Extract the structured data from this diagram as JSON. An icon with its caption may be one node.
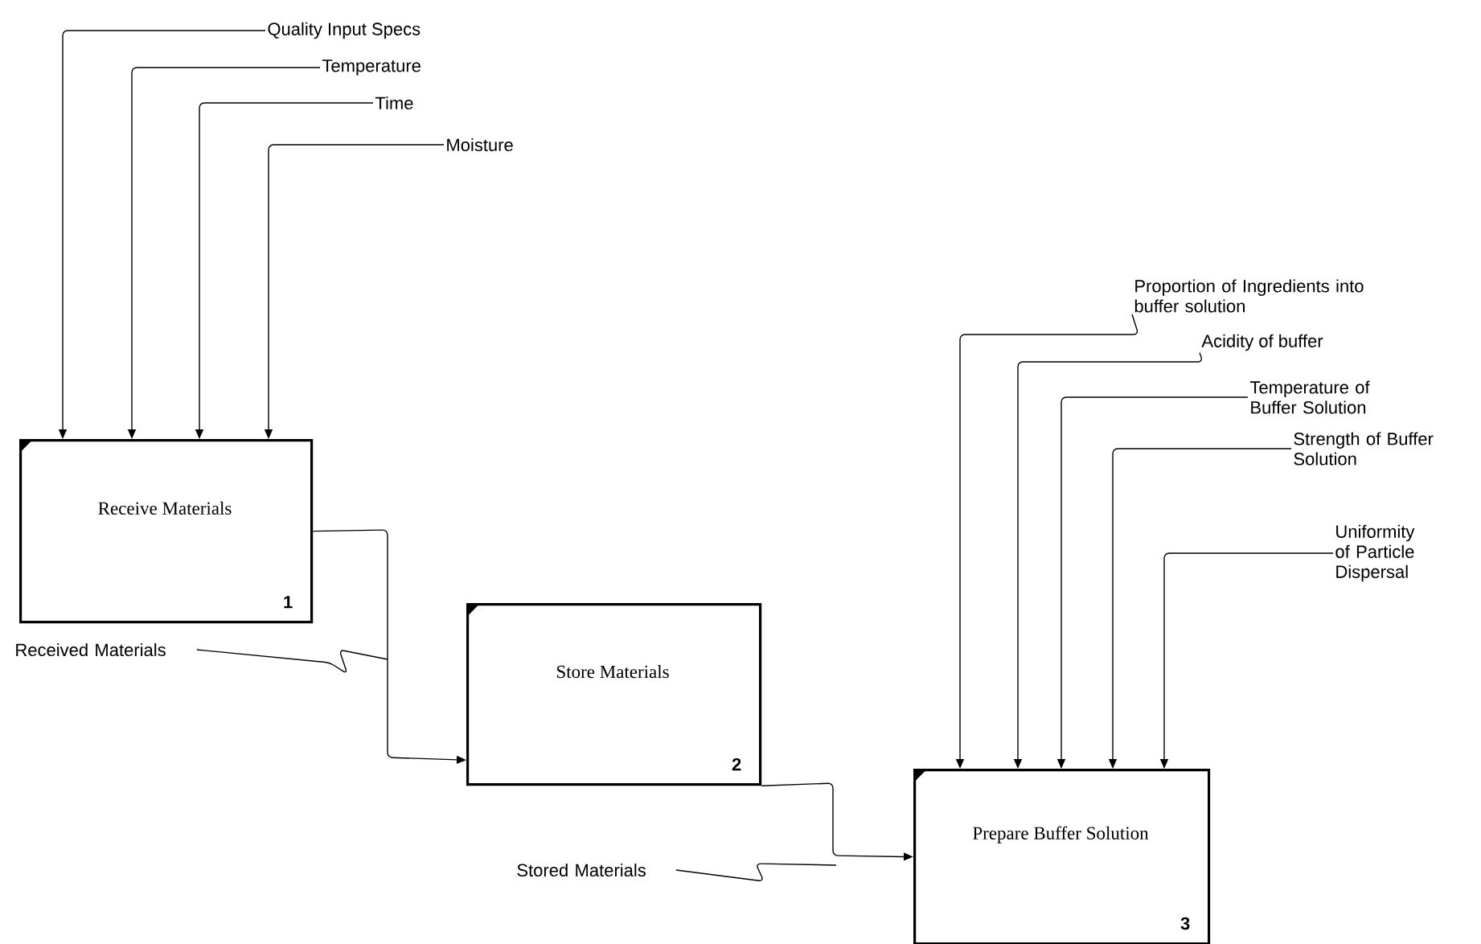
{
  "diagram": {
    "nodes": [
      {
        "text": [
          "Quality Input Specs"
        ]
      },
      {
        "text": [
          "Temperature"
        ]
      },
      {
        "text": [
          "Time"
        ]
      },
      {
        "text": [
          "Moisture"
        ]
      },
      {
        "text": [
          "Proportion of Ingredients into buffer solution"
        ]
      },
      {
        "text": [
          "Acidity of buffer"
        ]
      },
      {
        "text": [
          "Temperature of Buffer Solution"
        ]
      },
      {
        "text": [
          "Strength of Buffer Solution"
        ]
      },
      {
        "text": [
          "Uniformity of Particle Dispersal"
        ]
      },
      {
        "text": [
          "Receive Materials",
          "1"
        ]
      },
      {
        "text": [
          "Store Materials",
          "2"
        ]
      },
      {
        "text": [
          "Received Materials"
        ]
      },
      {
        "text": [
          "Prepare Buffer Solution",
          "3"
        ]
      },
      {
        "text": [
          "Stored Materials"
        ]
      }
    ],
    "edges": [
      {
        "from": 0,
        "to": 9,
        "arrow": "to"
      },
      {
        "from": 1,
        "to": 9,
        "arrow": "to"
      },
      {
        "from": 2,
        "to": 9,
        "arrow": "to"
      },
      {
        "from": 3,
        "to": 9,
        "arrow": "to"
      },
      {
        "from": 4,
        "to": 12,
        "arrow": "to"
      },
      {
        "from": 5,
        "to": 12,
        "arrow": "to"
      },
      {
        "from": 6,
        "to": 12,
        "arrow": "to"
      },
      {
        "from": 7,
        "to": 12,
        "arrow": "to"
      },
      {
        "from": 8,
        "to": 12,
        "arrow": "to"
      },
      {
        "from": 9,
        "to": 10,
        "arrow": "to"
      },
      {
        "from": 10,
        "to": 12,
        "arrow": "to"
      },
      {
        "from": 11,
        "to": null,
        "arrow": "none"
      },
      {
        "from": 13,
        "to": null,
        "arrow": "none"
      }
    ]
  }
}
